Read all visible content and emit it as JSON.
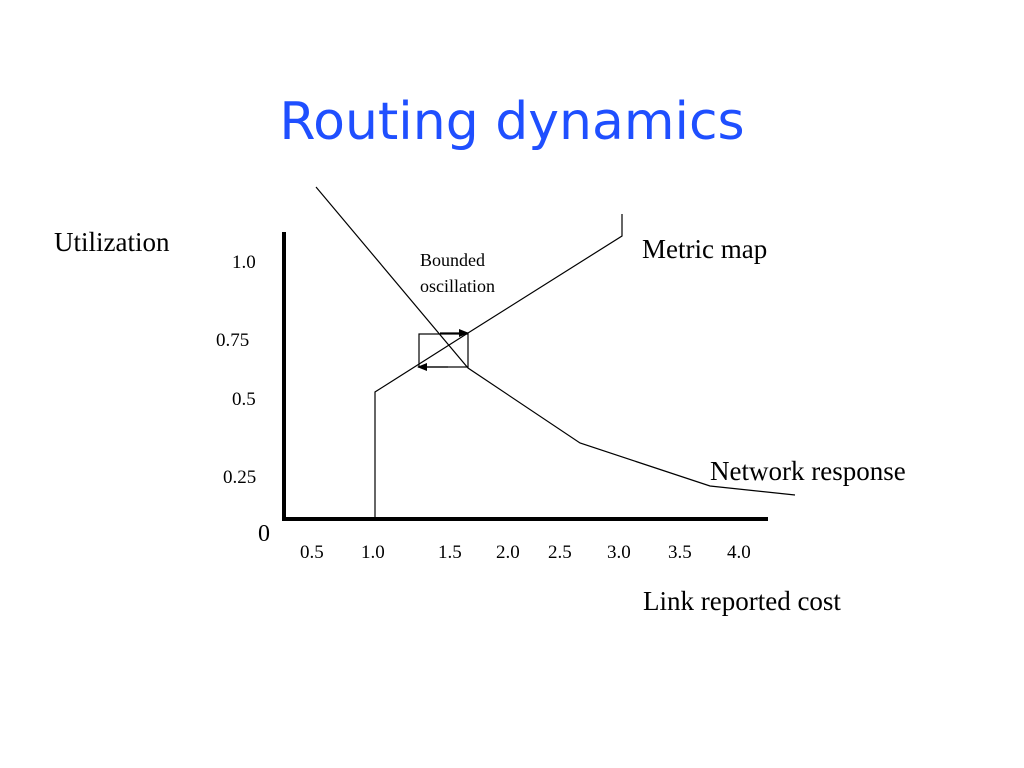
{
  "slide": {
    "title": "Routing dynamics"
  },
  "diagram": {
    "y_axis_label": "Utilization",
    "x_axis_label": "Link reported cost",
    "origin_label": "0",
    "y_ticks": [
      "1.0",
      "0.75",
      "0.5",
      "0.25"
    ],
    "x_ticks": [
      "0.5",
      "1.0",
      "1.5",
      "2.0",
      "2.5",
      "3.0",
      "3.5",
      "4.0"
    ],
    "curve_labels": {
      "metric_map": "Metric map",
      "network_response": "Network response"
    },
    "annotation": {
      "line1": "Bounded",
      "line2": "oscillation"
    }
  }
}
